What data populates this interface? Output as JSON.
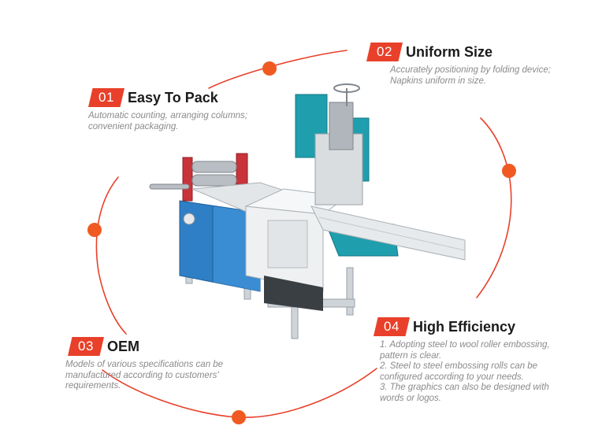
{
  "accent_color": "#e8402a",
  "machine_colors": {
    "blue": "#2f7fc6",
    "teal": "#1f9fae",
    "red": "#c9333a",
    "steel": "#d9dde0"
  },
  "features": [
    {
      "number": "01",
      "title": "Easy To Pack",
      "lines": [
        "Automatic counting, arranging columns;",
        "convenient packaging."
      ]
    },
    {
      "number": "02",
      "title": "Uniform Size",
      "lines": [
        "Accurately positioning by folding device;",
        "Napkins uniform in size."
      ]
    },
    {
      "number": "03",
      "title": "OEM",
      "lines": [
        "Models of various specifications can be",
        "manufactured according to customers'",
        "requirements."
      ]
    },
    {
      "number": "04",
      "title": "High Efficiency",
      "lines": [
        "1. Adopting steel to wool roller embossing,",
        "pattern is clear.",
        "2. Steel to steel embossing rolls can be",
        "configured according to your needs.",
        "3. The graphics can also be designed with",
        "words or logos."
      ]
    }
  ]
}
